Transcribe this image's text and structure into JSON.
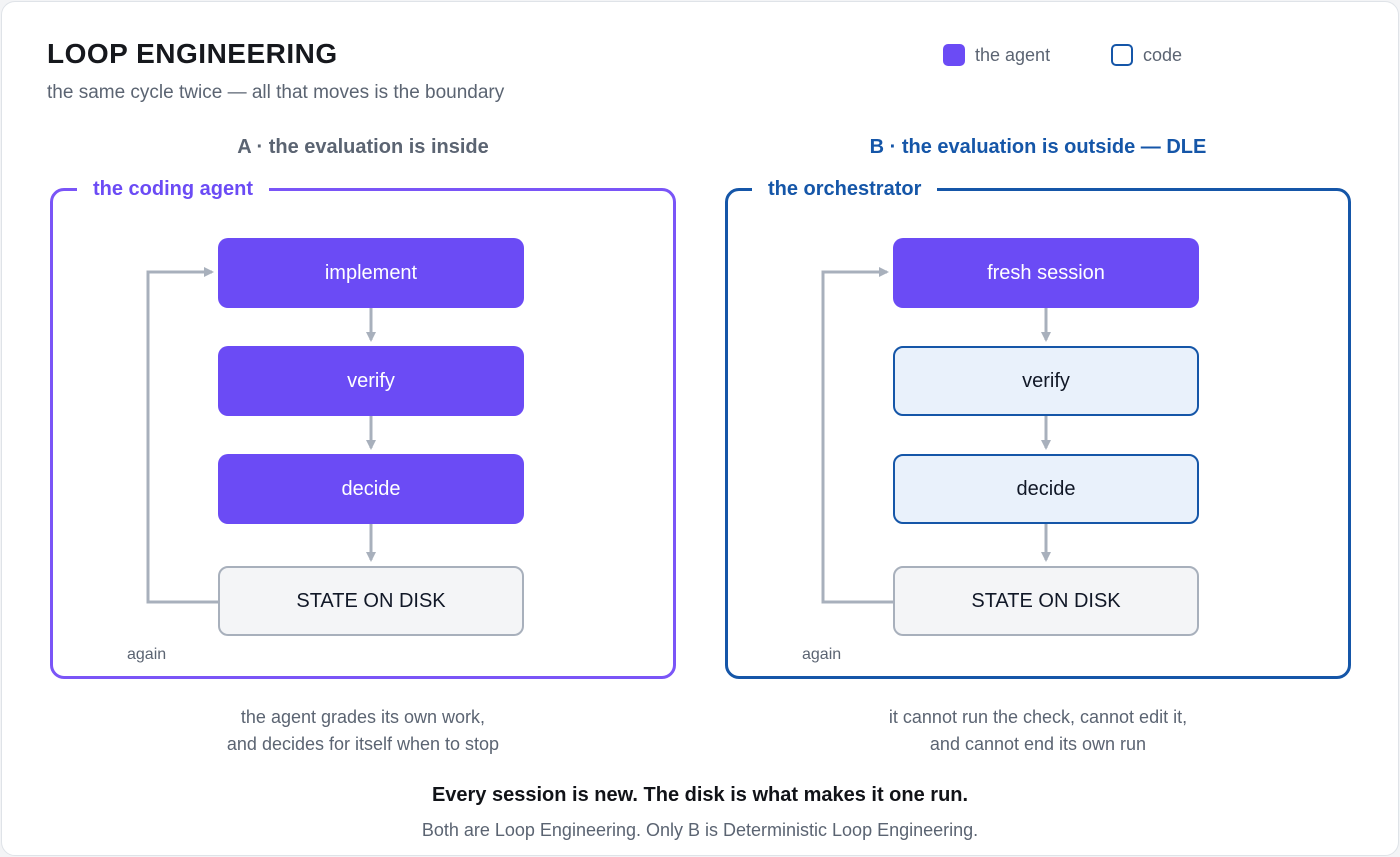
{
  "header": {
    "title": "LOOP ENGINEERING",
    "subtitle": "the same cycle twice — all that moves is the boundary"
  },
  "legend": [
    {
      "label": "the agent",
      "color": "#6b4bf5"
    },
    {
      "label": "code",
      "color": "#1556a8"
    }
  ],
  "panels": {
    "a": {
      "heading": "A · the evaluation is inside",
      "frame_label": "the coding agent",
      "nodes": [
        "implement",
        "verify",
        "decide",
        "STATE ON DISK"
      ],
      "loop_label": "again",
      "caption_line1": "the agent grades its own work,",
      "caption_line2": "and decides for itself when to stop"
    },
    "b": {
      "heading": "B · the evaluation is outside — DLE",
      "frame_label": "the orchestrator",
      "nodes": [
        "fresh session",
        "verify",
        "decide",
        "STATE ON DISK"
      ],
      "loop_label": "again",
      "caption_line1": "it cannot run the check, cannot edit it,",
      "caption_line2": "and cannot end its own run"
    }
  },
  "footer": {
    "main": "Every session is new. The disk is what makes it one run.",
    "sub": "Both are Loop Engineering. Only B is Deterministic Loop Engineering."
  },
  "colors": {
    "agent": "#6b4bf5",
    "code": "#1556a8",
    "arrow": "#a8b0bc"
  }
}
